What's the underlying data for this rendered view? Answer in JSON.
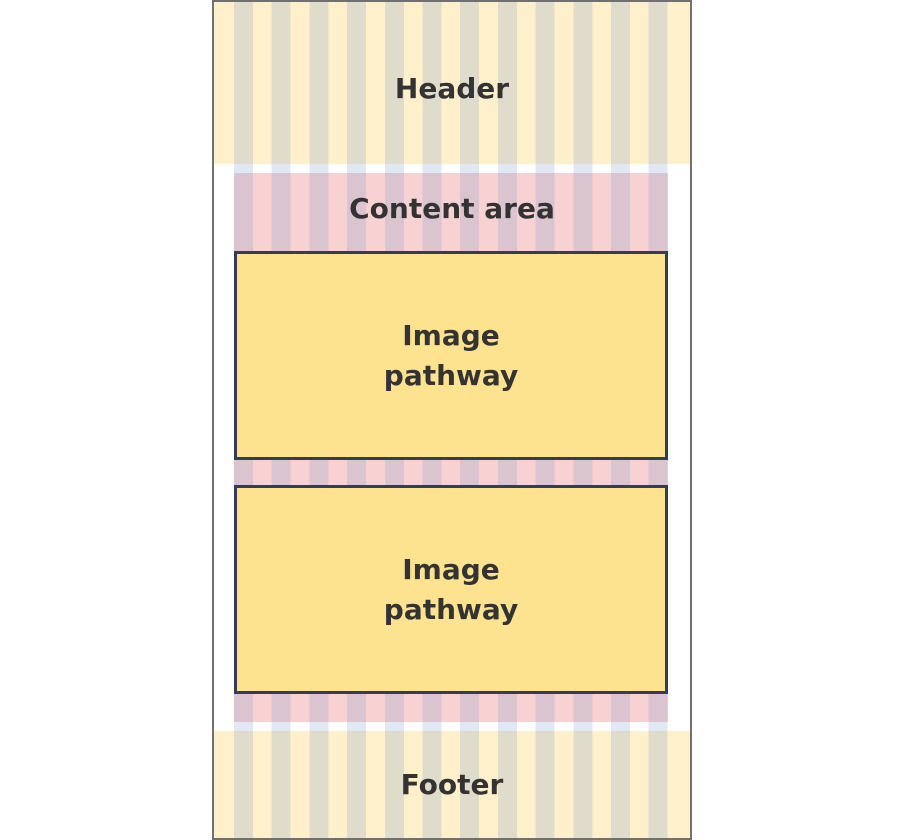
{
  "header": {
    "label": "Header"
  },
  "content": {
    "label": "Content area"
  },
  "boxes": [
    {
      "line1": "Image",
      "line2": "pathway"
    },
    {
      "line1": "Image",
      "line2": "pathway"
    }
  ],
  "footer": {
    "label": "Footer"
  },
  "grid": {
    "columns": 12
  },
  "colors": {
    "header_footer": "#fff0cc",
    "content": "#f8d2d2",
    "box_fill": "#fde290",
    "box_border": "#333d55"
  }
}
